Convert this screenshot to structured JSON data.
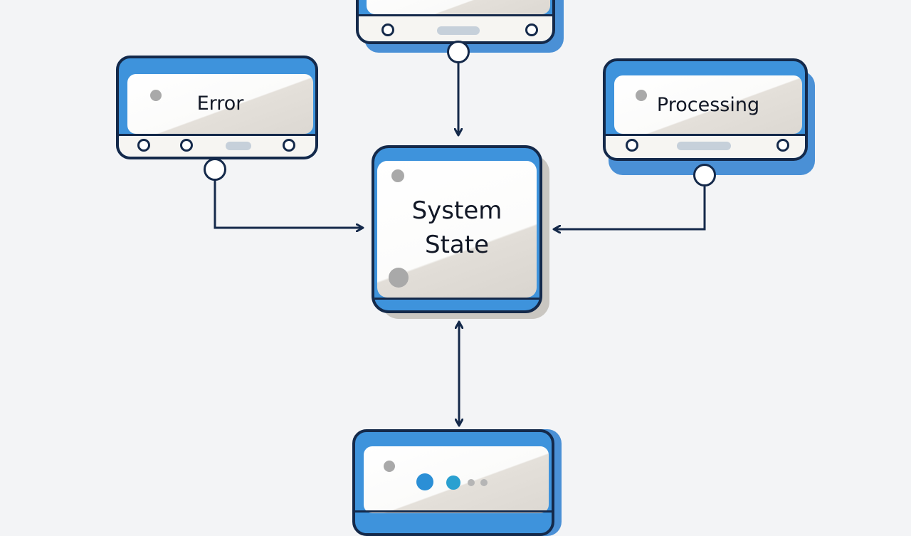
{
  "nodes": {
    "top": {
      "label": ""
    },
    "error": {
      "label": "Error"
    },
    "processing": {
      "label": "Processing"
    },
    "center": {
      "label_line1": "System",
      "label_line2": "State"
    },
    "bottom": {
      "label": ""
    }
  },
  "colors": {
    "accent_blue": "#3e93dc",
    "outline_navy": "#14294a",
    "shadow_blue": "#4a90d6",
    "shadow_gray": "#c9c6c1",
    "progress_dot_1": "#2b8fd6",
    "progress_dot_2": "#2aa0d0",
    "background": "#f3f4f6"
  }
}
